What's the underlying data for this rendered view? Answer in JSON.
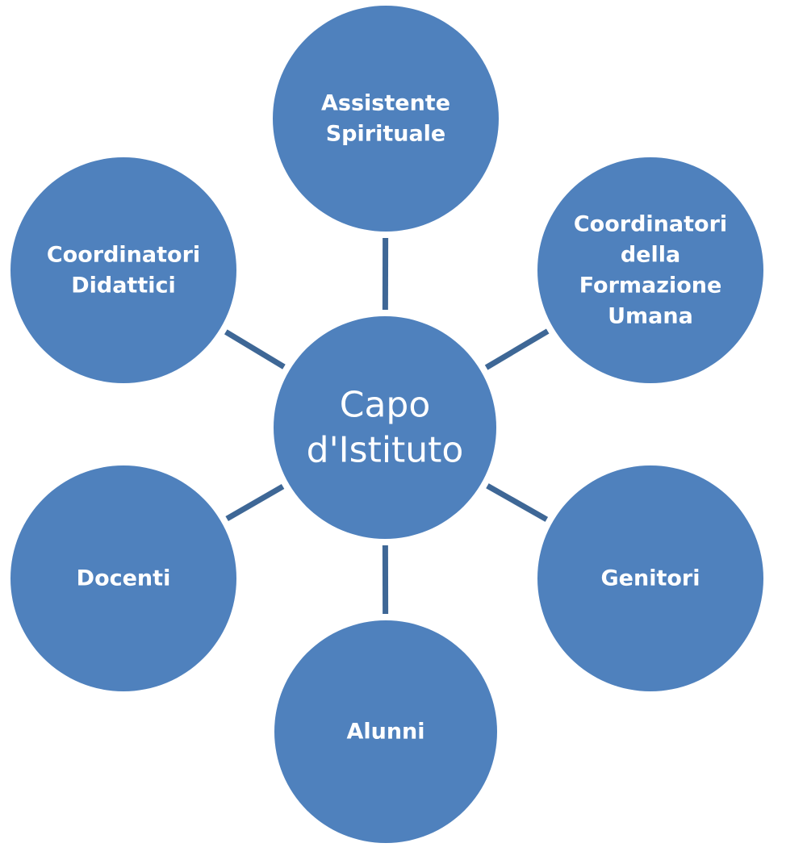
{
  "diagram": {
    "colors": {
      "node_fill": "#4f81bd",
      "connector": "#3e6796",
      "label": "#ffffff",
      "background": "#ffffff"
    },
    "center": {
      "lines": [
        "Capo",
        "d'Istituto"
      ]
    },
    "nodes": [
      {
        "id": "assistente-spirituale",
        "lines": [
          "Assistente",
          "Spirituale"
        ]
      },
      {
        "id": "coordinatori-formazione-umana",
        "lines": [
          "Coordinatori",
          "della",
          "Formazione",
          "Umana"
        ]
      },
      {
        "id": "genitori",
        "lines": [
          "Genitori"
        ]
      },
      {
        "id": "alunni",
        "lines": [
          "Alunni"
        ]
      },
      {
        "id": "docenti",
        "lines": [
          "Docenti"
        ]
      },
      {
        "id": "coordinatori-didattici",
        "lines": [
          "Coordinatori",
          "Didattici"
        ]
      }
    ]
  }
}
